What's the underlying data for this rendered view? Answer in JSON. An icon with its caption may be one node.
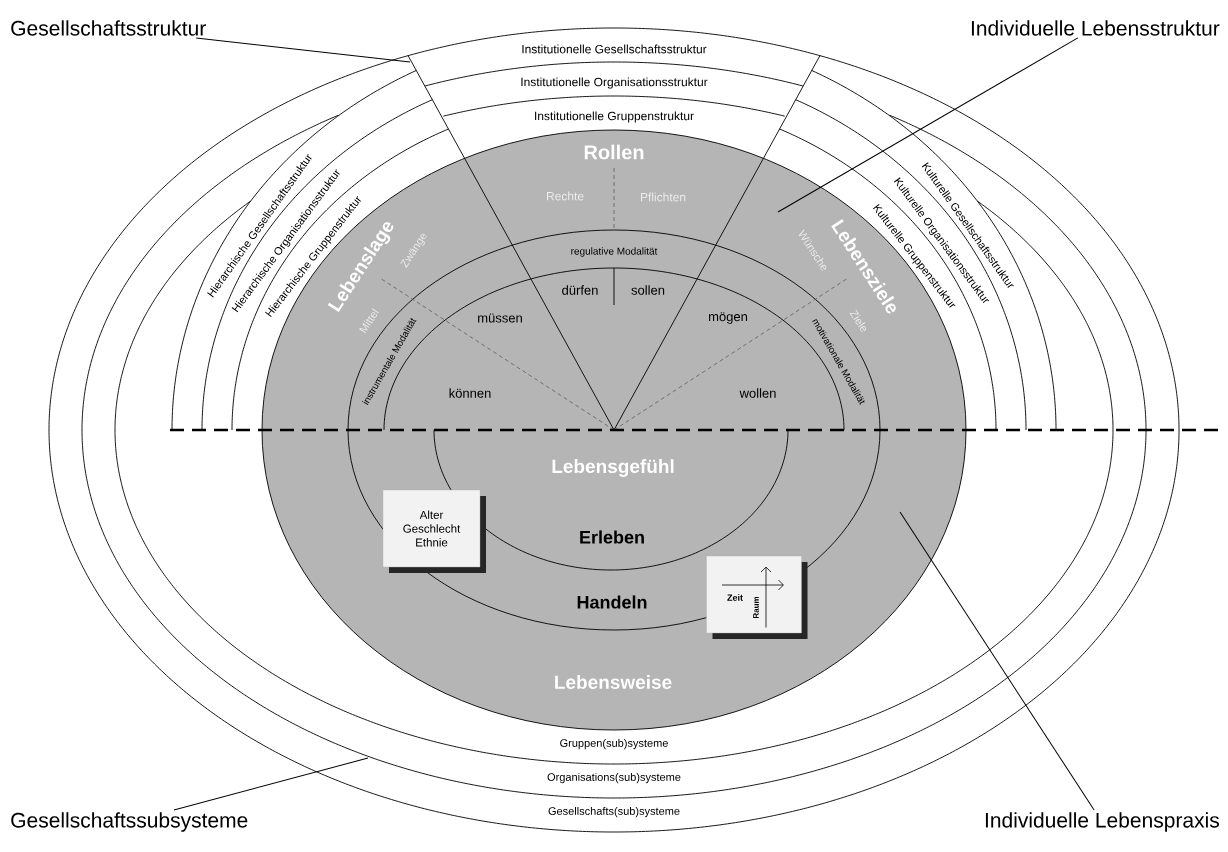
{
  "diagram": {
    "nodes": [
      {
        "text": [
          "Gesellschaftsstruktur"
        ]
      },
      {
        "text": [
          "Individuelle Lebensstruktur"
        ]
      },
      {
        "text": [
          "Gesellschaftssubsysteme"
        ]
      },
      {
        "text": [
          "Individuelle Lebenspraxis"
        ]
      },
      {
        "text": [
          "Alter Geschlecht Ethnie"
        ]
      },
      {
        "text": [
          "Zeit",
          "Raum"
        ]
      }
    ],
    "edges": [
      {
        "from": 0,
        "to": null,
        "arrow": "none"
      },
      {
        "from": 1,
        "to": null,
        "arrow": "none"
      },
      {
        "from": 2,
        "to": null,
        "arrow": "none"
      },
      {
        "from": 3,
        "to": null,
        "arrow": "none"
      }
    ],
    "labels": [
      "Institutionelle Gesellschaftsstruktur",
      "Institutionelle Organisationsstruktur",
      "Institutionelle Gruppenstruktur",
      "Hierarchische Gesellschaftsstruktur",
      "Hierarchische Organisationsstruktur",
      "Hierarchische Gruppenstruktur",
      "Kulturelle Gesellschaftsstruktur",
      "Kulturelle Organisationsstruktur",
      "Kulturelle Gruppenstruktur",
      "Rollen",
      "Rechte",
      "Pflichten",
      "Lebenslage",
      "Zwänge",
      "Mittel",
      "regulative Modalität",
      "dürfen",
      "sollen",
      "Lebensziele",
      "Wünsche",
      "Ziele",
      "instrumentale Modalität",
      "motivationale Modalität",
      "müssen",
      "mögen",
      "können",
      "wollen",
      "Lebensgefühl",
      "Erleben",
      "Handeln",
      "Lebensweise",
      "Gruppen(sub)systeme",
      "Organisations(sub)systeme",
      "Gesellschafts(sub)systeme"
    ]
  }
}
